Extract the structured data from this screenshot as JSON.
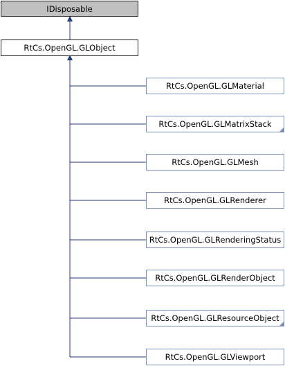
{
  "root": {
    "label": "IDisposable"
  },
  "base": {
    "label": "RtCs.OpenGL.GLObject"
  },
  "children": [
    {
      "label": "RtCs.OpenGL.GLMaterial",
      "has_more": false
    },
    {
      "label": "RtCs.OpenGL.GLMatrixStack",
      "has_more": true
    },
    {
      "label": "RtCs.OpenGL.GLMesh",
      "has_more": false
    },
    {
      "label": "RtCs.OpenGL.GLRenderer",
      "has_more": false
    },
    {
      "label": "RtCs.OpenGL.GLRenderingStatus",
      "has_more": false
    },
    {
      "label": "RtCs.OpenGL.GLRenderObject",
      "has_more": false
    },
    {
      "label": "RtCs.OpenGL.GLResourceObject",
      "has_more": true
    },
    {
      "label": "RtCs.OpenGL.GLViewport",
      "has_more": false
    }
  ],
  "colors": {
    "edge": "#1f3a78",
    "child_border": "#7b8fb8",
    "root_fill": "#bfbfbf"
  }
}
